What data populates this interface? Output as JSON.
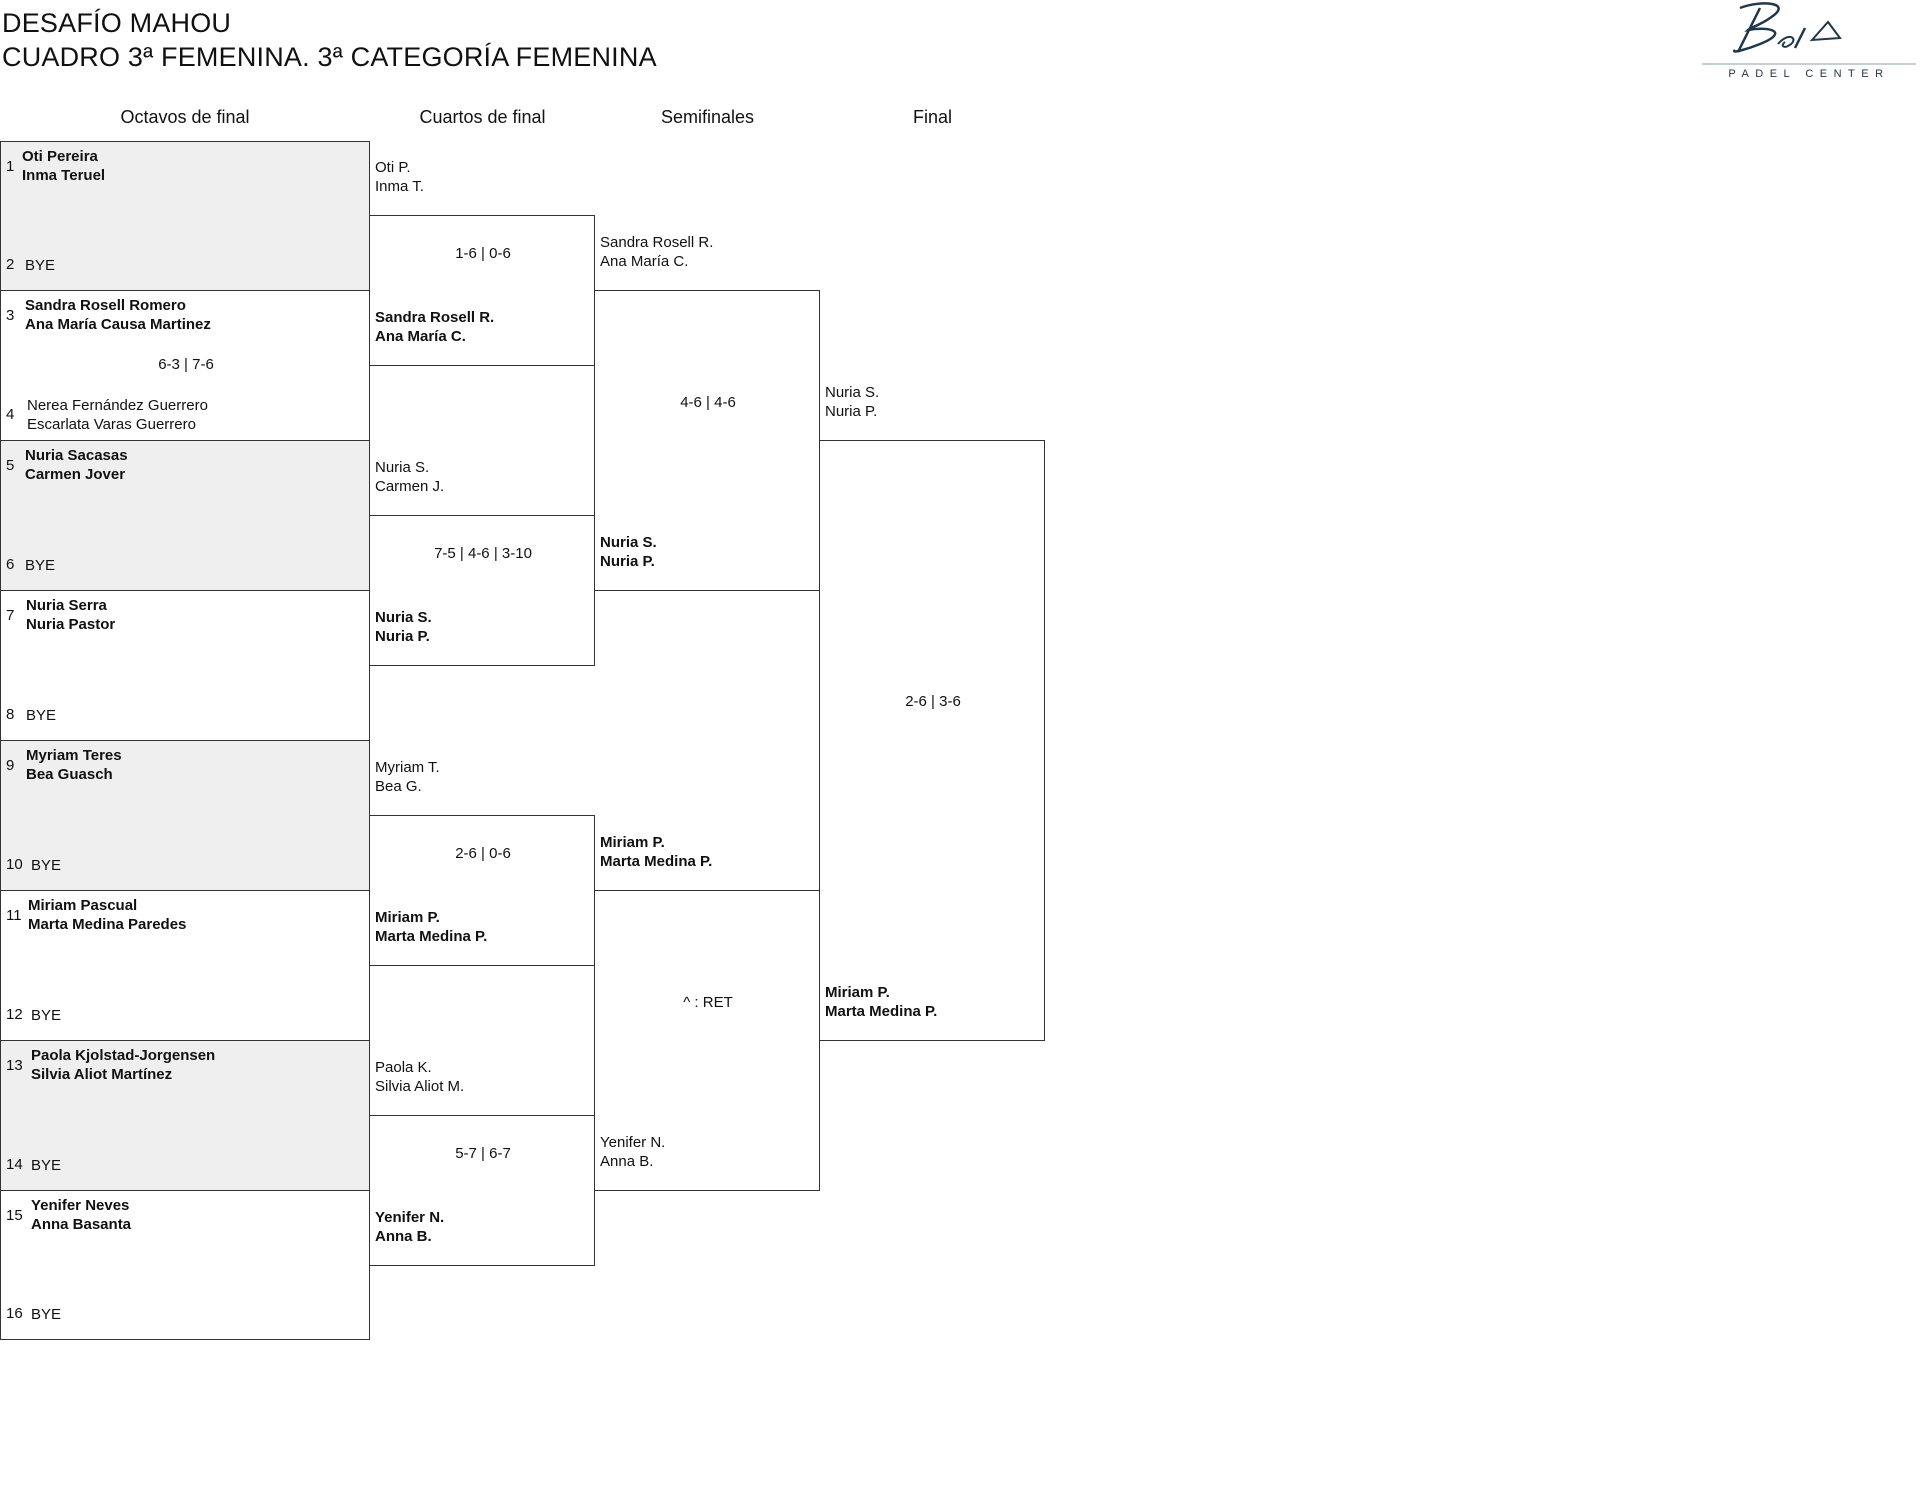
{
  "title": "DESAFÍO MAHOU",
  "subtitle": "CUADRO 3ª FEMENINA. 3ª CATEGORÍA FEMENINA",
  "logo_text": "PADEL CENTER",
  "rounds": [
    "Octavos de final",
    "Cuartos de final",
    "Semifinales",
    "Final"
  ],
  "r16": [
    {
      "top": {
        "seed": "1",
        "p1": "Oti Pereira",
        "p2": "Inma Teruel",
        "bold": true
      },
      "bottom": {
        "seed": "2",
        "p1": "BYE",
        "p2": "",
        "bold": false
      },
      "score": ""
    },
    {
      "top": {
        "seed": "3",
        "p1": "Sandra Rosell Romero",
        "p2": "Ana María Causa Martinez",
        "bold": true
      },
      "bottom": {
        "seed": "4",
        "p1": "Nerea Fernández Guerrero",
        "p2": "Escarlata Varas Guerrero",
        "bold": false
      },
      "score": "6-3 | 7-6"
    },
    {
      "top": {
        "seed": "5",
        "p1": "Nuria Sacasas",
        "p2": "Carmen Jover",
        "bold": true
      },
      "bottom": {
        "seed": "6",
        "p1": "BYE",
        "p2": "",
        "bold": false
      },
      "score": ""
    },
    {
      "top": {
        "seed": "7",
        "p1": "Nuria Serra",
        "p2": "Nuria Pastor",
        "bold": true
      },
      "bottom": {
        "seed": "8",
        "p1": "BYE",
        "p2": "",
        "bold": false
      },
      "score": ""
    },
    {
      "top": {
        "seed": "9",
        "p1": "Myriam Teres",
        "p2": "Bea Guasch",
        "bold": true
      },
      "bottom": {
        "seed": "10",
        "p1": "BYE",
        "p2": "",
        "bold": false
      },
      "score": ""
    },
    {
      "top": {
        "seed": "11",
        "p1": "Miriam Pascual",
        "p2": "Marta Medina Paredes",
        "bold": true
      },
      "bottom": {
        "seed": "12",
        "p1": "BYE",
        "p2": "",
        "bold": false
      },
      "score": ""
    },
    {
      "top": {
        "seed": "13",
        "p1": "Paola Kjolstad-Jorgensen",
        "p2": "Silvia Aliot Martínez",
        "bold": true
      },
      "bottom": {
        "seed": "14",
        "p1": "BYE",
        "p2": "",
        "bold": false
      },
      "score": ""
    },
    {
      "top": {
        "seed": "15",
        "p1": "Yenifer Neves",
        "p2": "Anna Basanta",
        "bold": true
      },
      "bottom": {
        "seed": "16",
        "p1": "BYE",
        "p2": "",
        "bold": false
      },
      "score": ""
    }
  ],
  "qf": [
    {
      "top": {
        "p1": "Oti P.",
        "p2": "Inma T.",
        "bold": false
      },
      "bottom": {
        "p1": "Sandra Rosell R.",
        "p2": "Ana María C.",
        "bold": true
      },
      "score": "1-6 | 0-6"
    },
    {
      "top": {
        "p1": "Nuria S.",
        "p2": "Carmen J.",
        "bold": false
      },
      "bottom": {
        "p1": "Nuria S.",
        "p2": "Nuria P.",
        "bold": true
      },
      "score": "7-5 | 4-6 | 3-10"
    },
    {
      "top": {
        "p1": "Myriam T.",
        "p2": "Bea G.",
        "bold": false
      },
      "bottom": {
        "p1": "Miriam P.",
        "p2": "Marta Medina P.",
        "bold": true
      },
      "score": "2-6 | 0-6"
    },
    {
      "top": {
        "p1": "Paola K.",
        "p2": "Silvia Aliot M.",
        "bold": false
      },
      "bottom": {
        "p1": "Yenifer N.",
        "p2": "Anna B.",
        "bold": true
      },
      "score": "5-7 | 6-7"
    }
  ],
  "sf": [
    {
      "top": {
        "p1": "Sandra Rosell R.",
        "p2": "Ana María C.",
        "bold": false
      },
      "bottom": {
        "p1": "Nuria S.",
        "p2": "Nuria P.",
        "bold": true
      },
      "score": "4-6 | 4-6"
    },
    {
      "top": {
        "p1": "Miriam P.",
        "p2": "Marta Medina P.",
        "bold": true
      },
      "bottom": {
        "p1": "Yenifer N.",
        "p2": "Anna B.",
        "bold": false
      },
      "score": "^ : RET"
    }
  ],
  "final": {
    "top": {
      "p1": "Nuria S.",
      "p2": "Nuria P.",
      "bold": false
    },
    "bottom": {
      "p1": "Miriam P.",
      "p2": "Marta Medina P.",
      "bold": true
    },
    "score": "2-6 | 3-6"
  }
}
